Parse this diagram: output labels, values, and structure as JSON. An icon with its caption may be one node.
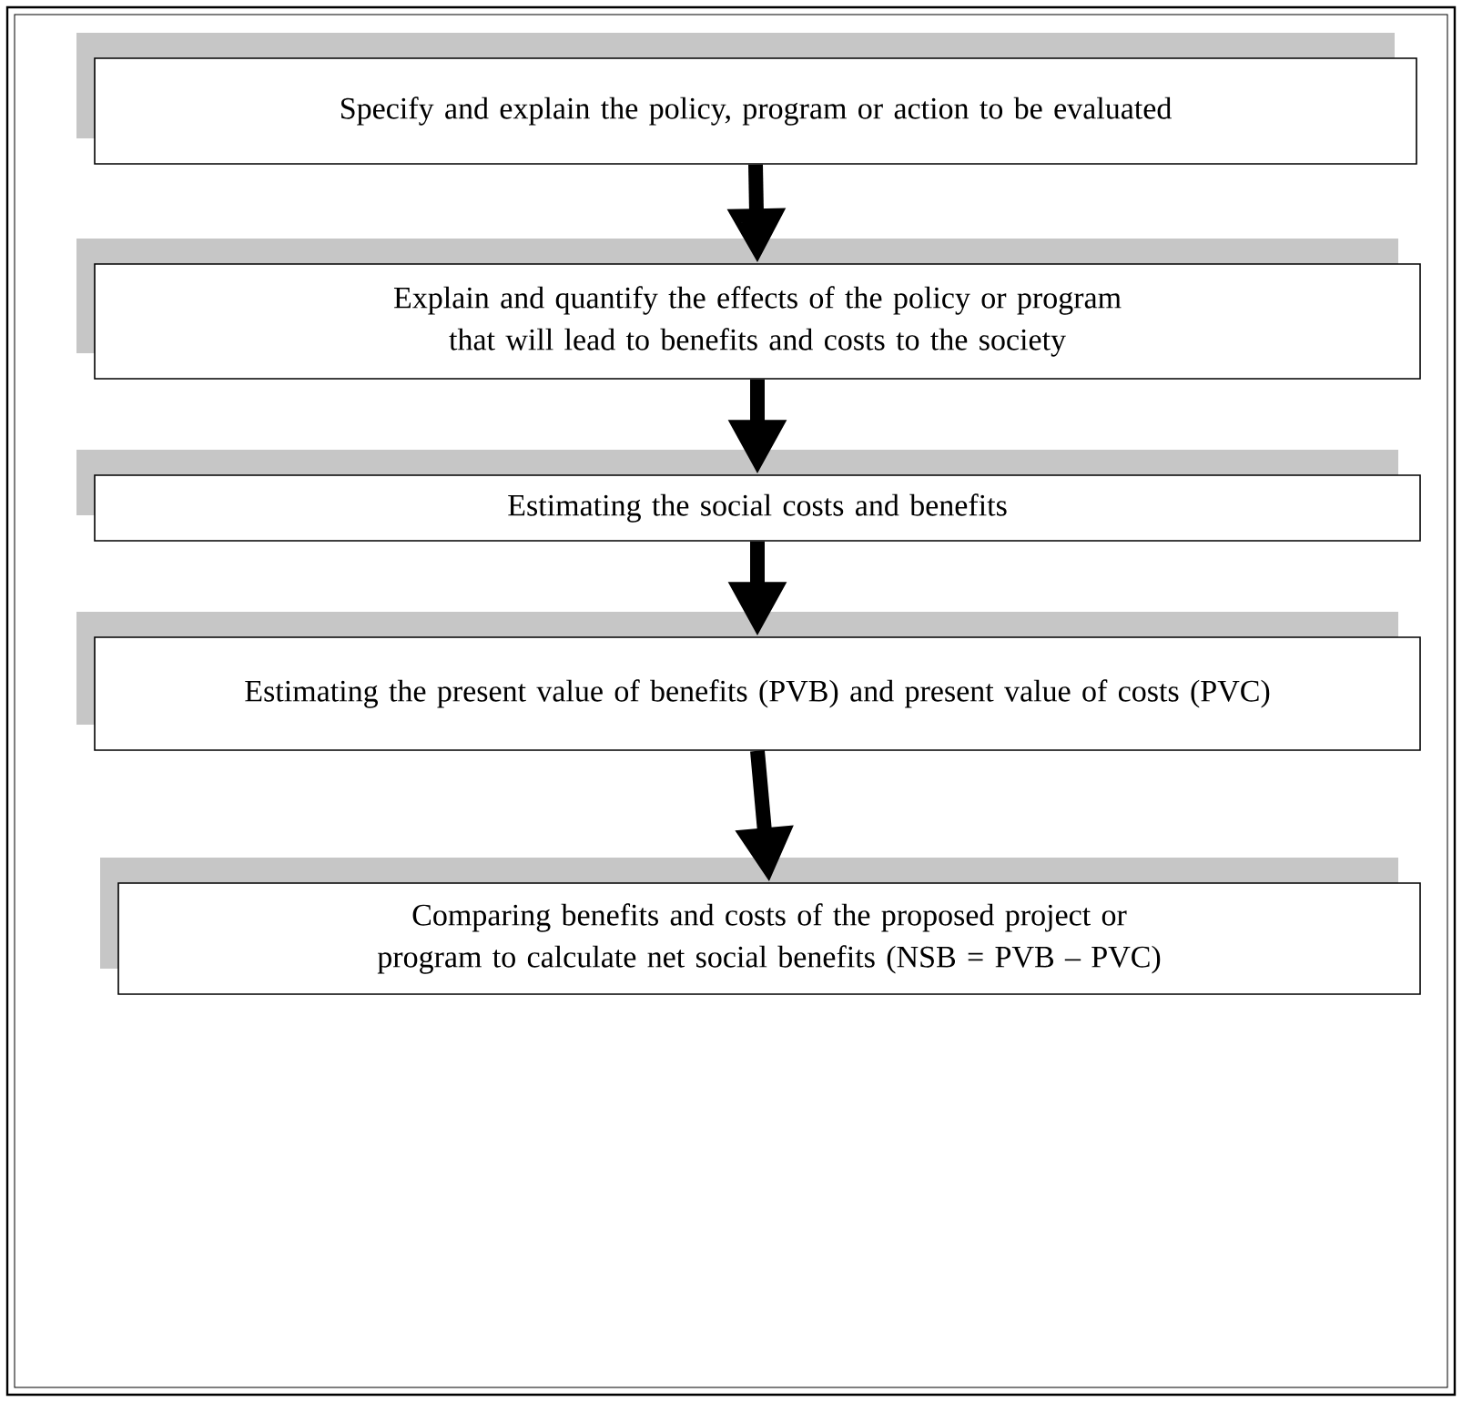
{
  "diagram": {
    "nodes": [
      {
        "text": [
          "Specify and explain the policy, program or action to be evaluated"
        ]
      },
      {
        "text": [
          "Explain and quantify the effects of the policy or program that will lead to benefits and costs to the society"
        ]
      },
      {
        "text": [
          "Estimating the social costs and benefits"
        ]
      },
      {
        "text": [
          "Estimating the present value of benefits (PVB) and present value of costs (PVC)"
        ]
      },
      {
        "text": [
          "Comparing benefits and costs of the proposed project or program to calculate net social benefits (NSB = PVB – PVC)"
        ]
      }
    ],
    "edges": [
      {
        "from": 0,
        "to": 1,
        "arrow": "to"
      },
      {
        "from": 1,
        "to": 2,
        "arrow": "to"
      },
      {
        "from": 2,
        "to": 3,
        "arrow": "to"
      },
      {
        "from": 3,
        "to": 4,
        "arrow": "to"
      }
    ]
  }
}
